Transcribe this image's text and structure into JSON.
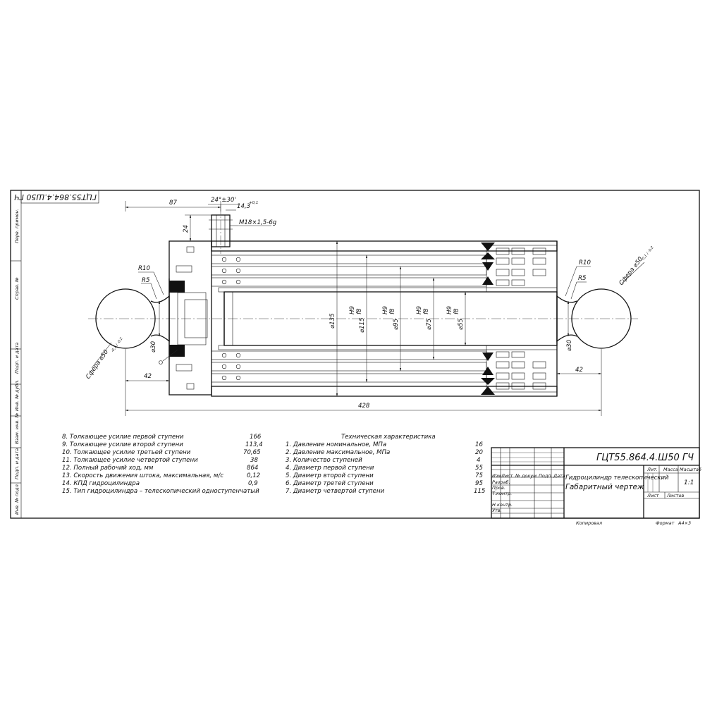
{
  "drawing": {
    "designation": "ГЦТ55.864.4.Ш50 ГЧ",
    "name_line1": "Гидроцилиндр телескопический",
    "name_line2": "Габаритный чертеж",
    "scale": "1:1",
    "format": "А4×3",
    "copied_label": "Копировал",
    "format_label": "Формат"
  },
  "title_block": {
    "col_izm": "Изм.",
    "col_list": "Лист",
    "col_doc": "№ докум.",
    "col_sign": "Подп.",
    "col_date": "Дата",
    "row_razrab": "Разраб.",
    "row_prov": "Пров.",
    "row_tkontr": "Т.контр.",
    "row_nkontr": "Н.контр.",
    "row_utv": "Утв.",
    "lit": "Лит.",
    "massa": "Масса",
    "masshtab": "Масштаб",
    "list": "Лист",
    "listov": "Листов"
  },
  "left_stamp": [
    "Перв. примен.",
    "Справ. №",
    "Подп. и дата",
    "Инв. № дубл.",
    "Взам. инв. №",
    "Подп. и дата",
    "Инв. № подл."
  ],
  "dimensions": {
    "d87": "87",
    "angle": "24°±30'",
    "d14": "14,3",
    "d14_tol": "+0,1",
    "thread": "М18×1,5-6g",
    "d24": "24",
    "r10_left": "R10",
    "r5_left": "R5",
    "r10_right": "R10",
    "r5_right": "R5",
    "sphere_left": "Сфера ⌀50",
    "sphere_left_tol": "-0,1 / -0,2",
    "sphere_right": "Сфера ⌀50",
    "sphere_right_tol": "-0,1 / -0,2",
    "d30_left": "⌀30",
    "d30_right": "⌀30",
    "d42_left": "42",
    "d42_right": "42",
    "d428": "428",
    "d135": "⌀135",
    "d115": "⌀115",
    "d95": "⌀95",
    "d75": "⌀75",
    "d55": "⌀55",
    "fit_h9": "H9",
    "fit_f8": "f8"
  },
  "tech": {
    "title": "Техническая характеристика",
    "items": [
      {
        "label": "1. Давление номинальное, МПа",
        "value": "16"
      },
      {
        "label": "2. Давление максимальное, МПа",
        "value": "20"
      },
      {
        "label": "3. Количество ступеней",
        "value": "4"
      },
      {
        "label": "4. Диаметр первой ступени",
        "value": "55"
      },
      {
        "label": "5. Диаметр второй ступени",
        "value": "75"
      },
      {
        "label": "6. Диаметр третей ступени",
        "value": "95"
      },
      {
        "label": "7. Диаметр четвертой ступени",
        "value": "115"
      }
    ]
  },
  "specs_left": [
    {
      "label": "8. Толкающее усилие первой ступени",
      "value": "166"
    },
    {
      "label": "9. Толкающее усилие второй ступени",
      "value": "113,4"
    },
    {
      "label": "10. Толкающее усилие третьей ступени",
      "value": "70,65"
    },
    {
      "label": "11. Толкающее усилие четвертой ступени",
      "value": "38"
    },
    {
      "label": "12. Полный рабочий ход, мм",
      "value": "864"
    },
    {
      "label": "13. Скорость движения штока, максимальная, м/с",
      "value": "0,12"
    },
    {
      "label": "14. КПД гидроцилиндра",
      "value": "0,9"
    },
    {
      "label": "15. Тип гидроцилиндра – телескопический одноступенчатый",
      "value": ""
    }
  ]
}
